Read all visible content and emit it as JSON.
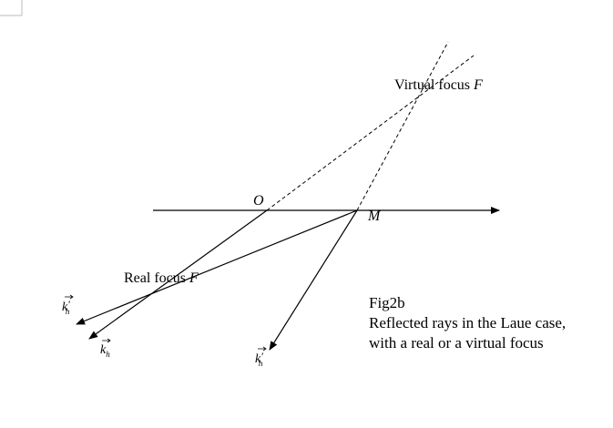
{
  "labels": {
    "virtual_focus": "Virtual focus",
    "virtual_focus_sym": "F",
    "real_focus": "Real focus",
    "real_focus_sym": "F",
    "origin": "O",
    "point_m": "M",
    "k_h": "k",
    "k_h_sub": "h",
    "k_h_prime": "k",
    "k_h_prime_sup": "′",
    "k_h_prime_sub": "h"
  },
  "caption": {
    "title": "Fig2b",
    "line1": "Reflected rays in the Laue case,",
    "line2": "with a real or a virtual focus"
  }
}
